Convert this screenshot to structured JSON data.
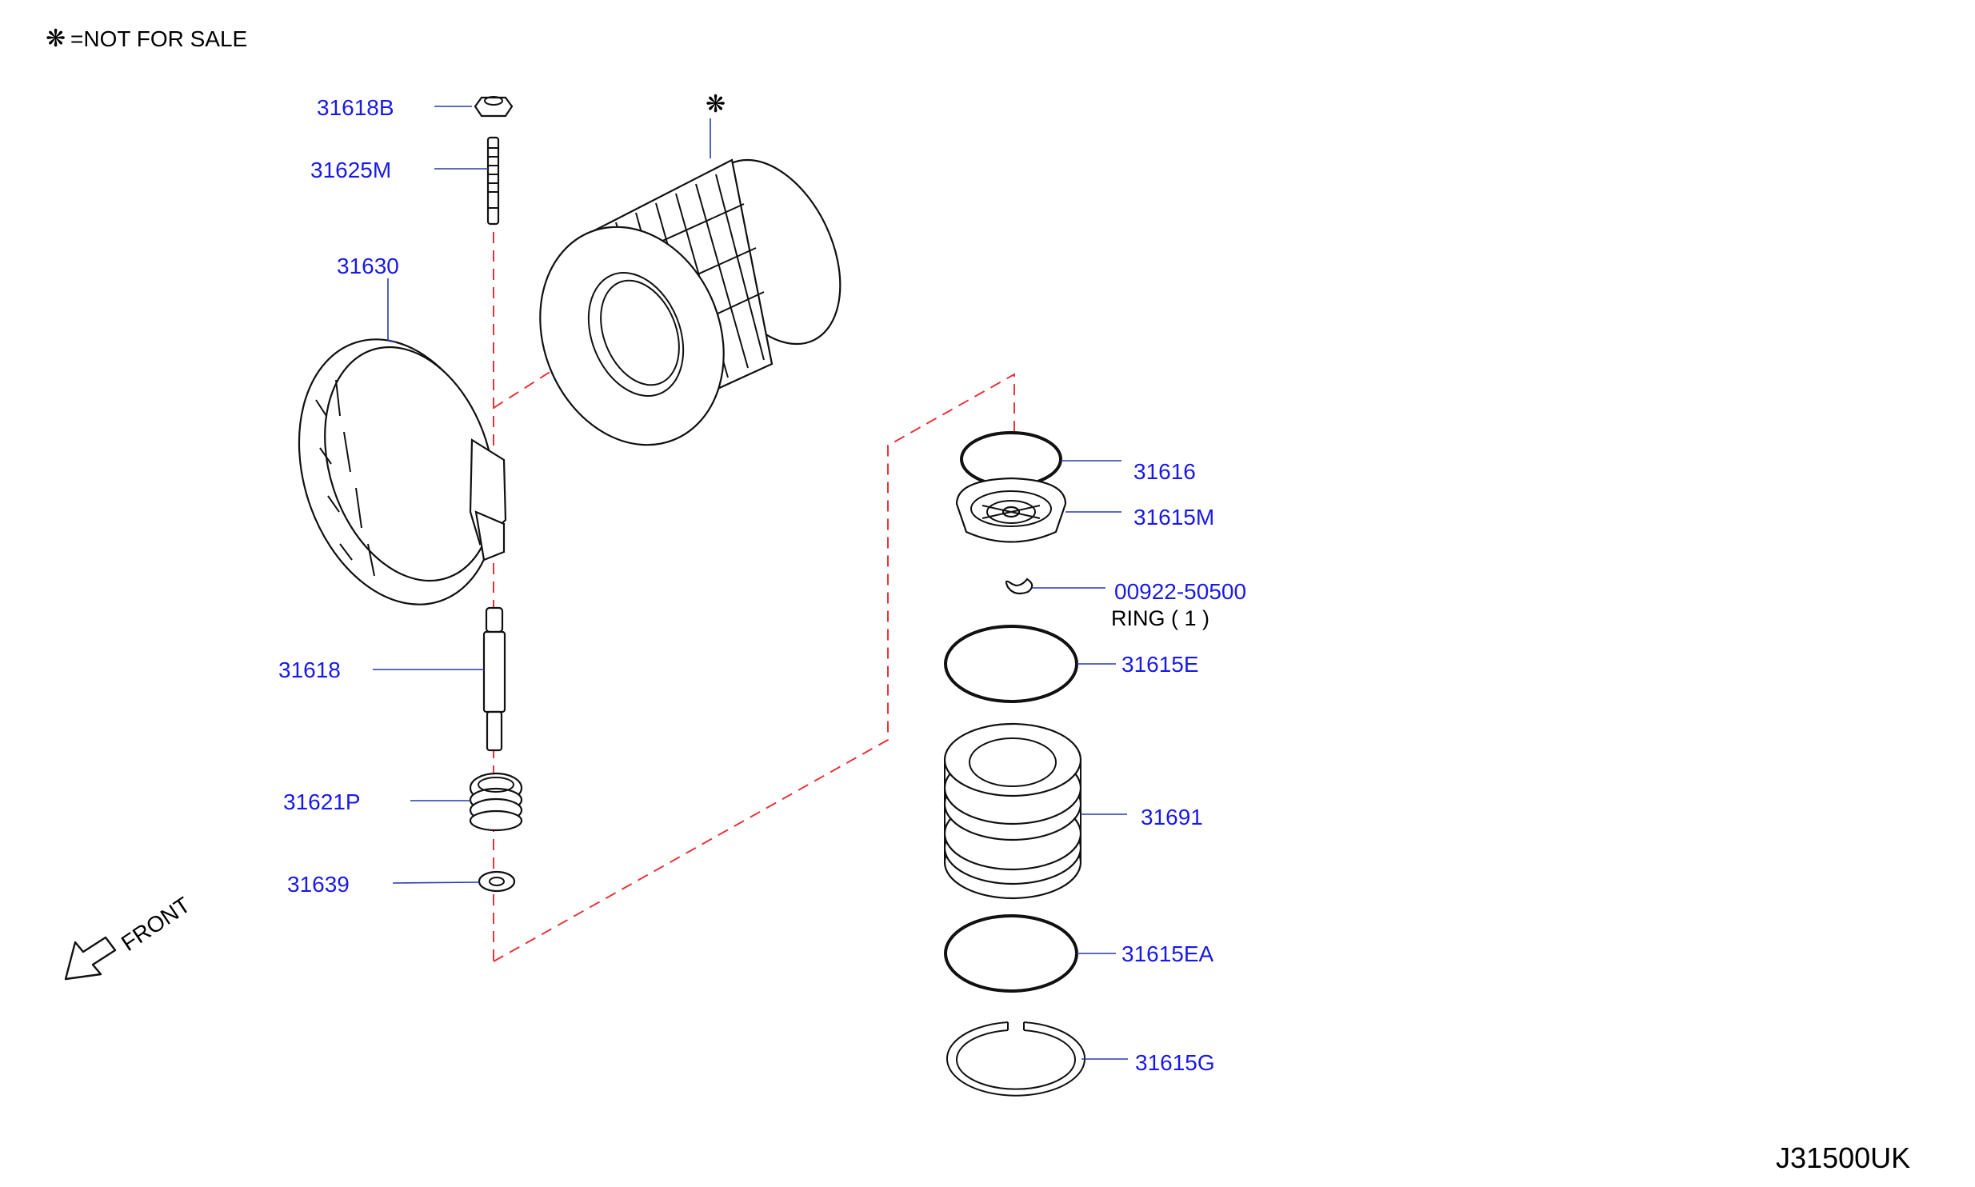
{
  "legend": {
    "symbol": "❋",
    "text": "=NOT  FOR  SALE"
  },
  "not_for_sale_mark": "❋",
  "front_label": "FRONT",
  "diagram_code": "J31500UK",
  "parts": {
    "p31618B": "31618B",
    "p31625M": "31625M",
    "p31630": "31630",
    "p31618": "31618",
    "p31621P": "31621P",
    "p31639": "31639",
    "p31616": "31616",
    "p31615M": "31615M",
    "p00922": "00922-50500",
    "p00922_note": "RING  (  1  )",
    "p31615E": "31615E",
    "p31691": "31691",
    "p31615EA": "31615EA",
    "p31615G": "31615G"
  }
}
